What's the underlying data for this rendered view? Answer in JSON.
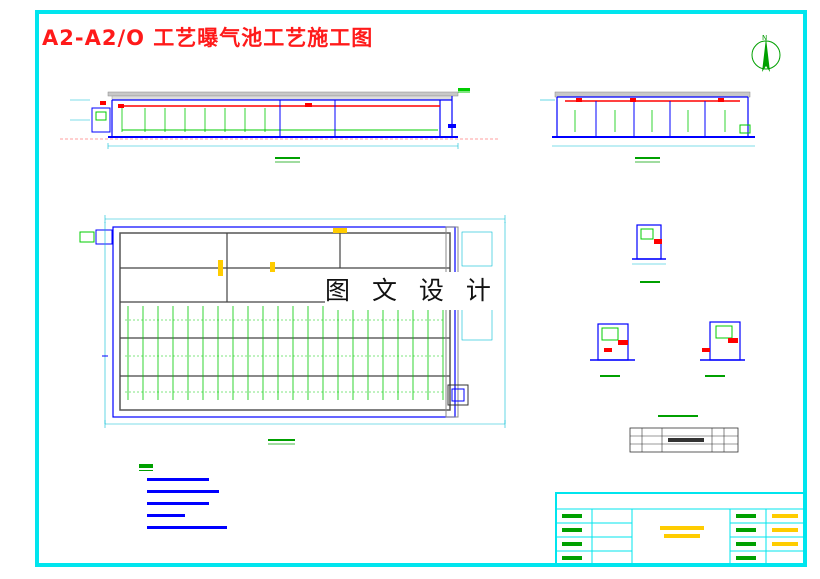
{
  "drawing": {
    "title": "A2-A2/O 工艺曝气池工艺施工图",
    "watermark": "图 文 设 计",
    "north_label": "N"
  },
  "colors": {
    "frame": "#00e5ee",
    "title": "#ff1a1a",
    "wall": "#0000ff",
    "pipe": "#00cc00",
    "fitting": "#ff0000",
    "label": "#00a000",
    "note": "#0000ff",
    "dim": "#00bcd4"
  },
  "icons": {
    "north_arrow": "north-arrow-icon"
  }
}
